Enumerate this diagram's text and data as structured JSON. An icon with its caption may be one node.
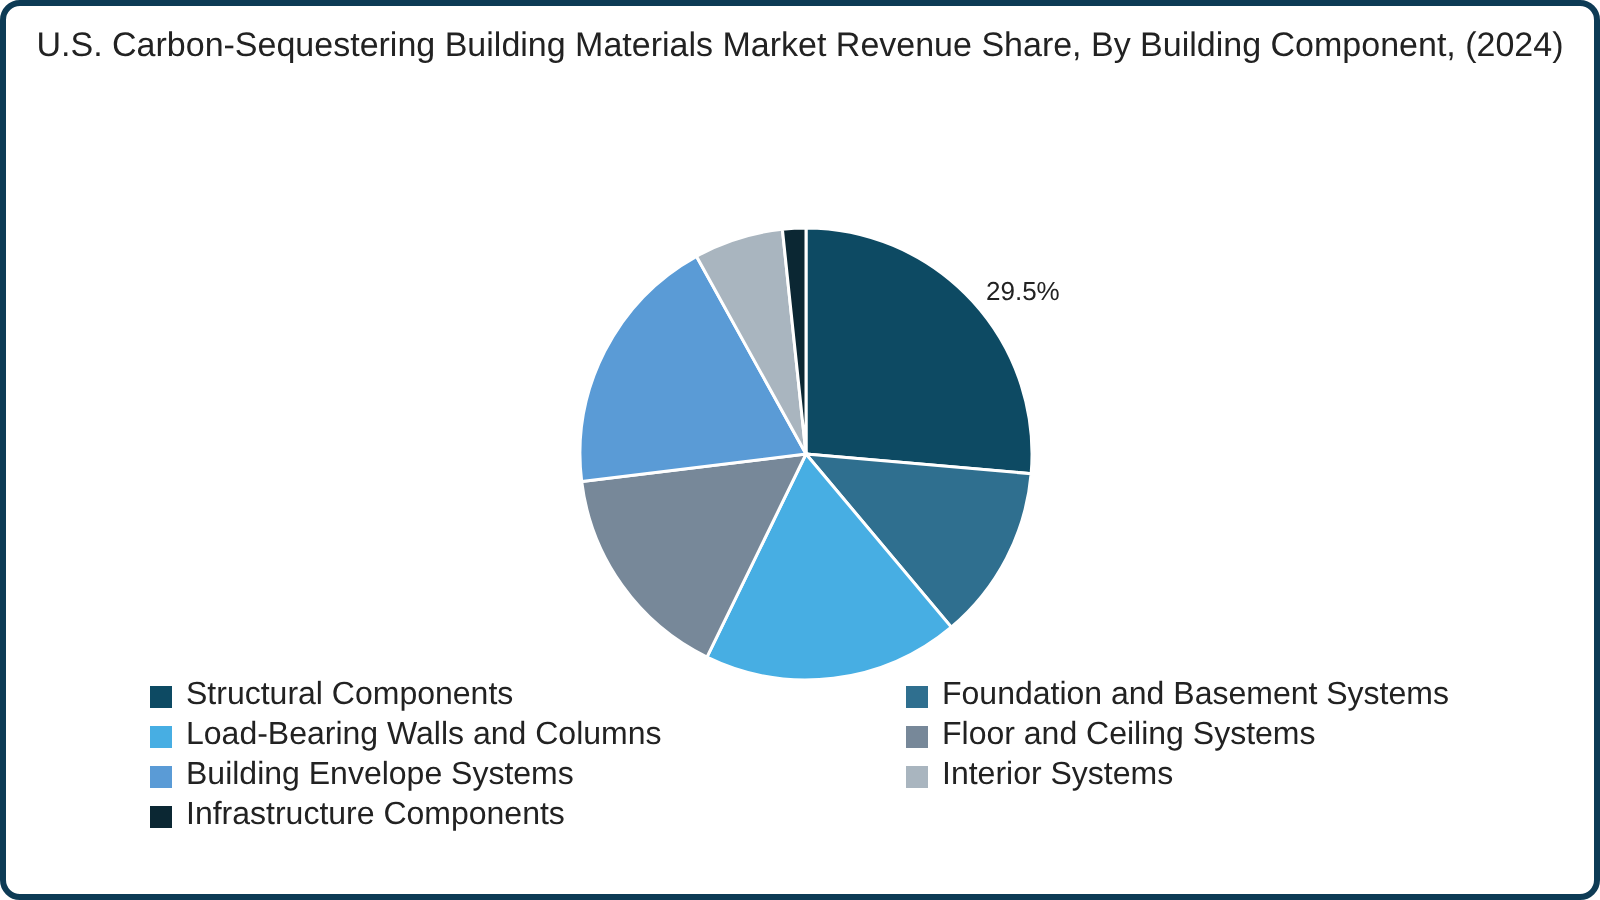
{
  "diagram": {
    "title": "U.S. Carbon-Sequestering Building Materials Market Revenue Share, By Building Component, (2024)",
    "labels": [
      "29.5%"
    ],
    "legend": [
      {
        "text": "Structural Components",
        "color": "#0d4a63"
      },
      {
        "text": "Foundation and Basement Systems",
        "color": "#2f6f8f"
      },
      {
        "text": "Load-Bearing Walls and Columns",
        "color": "#47aee3"
      },
      {
        "text": "Floor and Ceiling Systems",
        "color": "#778899"
      },
      {
        "text": "Building Envelope Systems",
        "color": "#5a9bd6"
      },
      {
        "text": "Interior Systems",
        "color": "#a9b5bf"
      },
      {
        "text": "Infrastructure Components",
        "color": "#0b2733"
      }
    ]
  }
}
